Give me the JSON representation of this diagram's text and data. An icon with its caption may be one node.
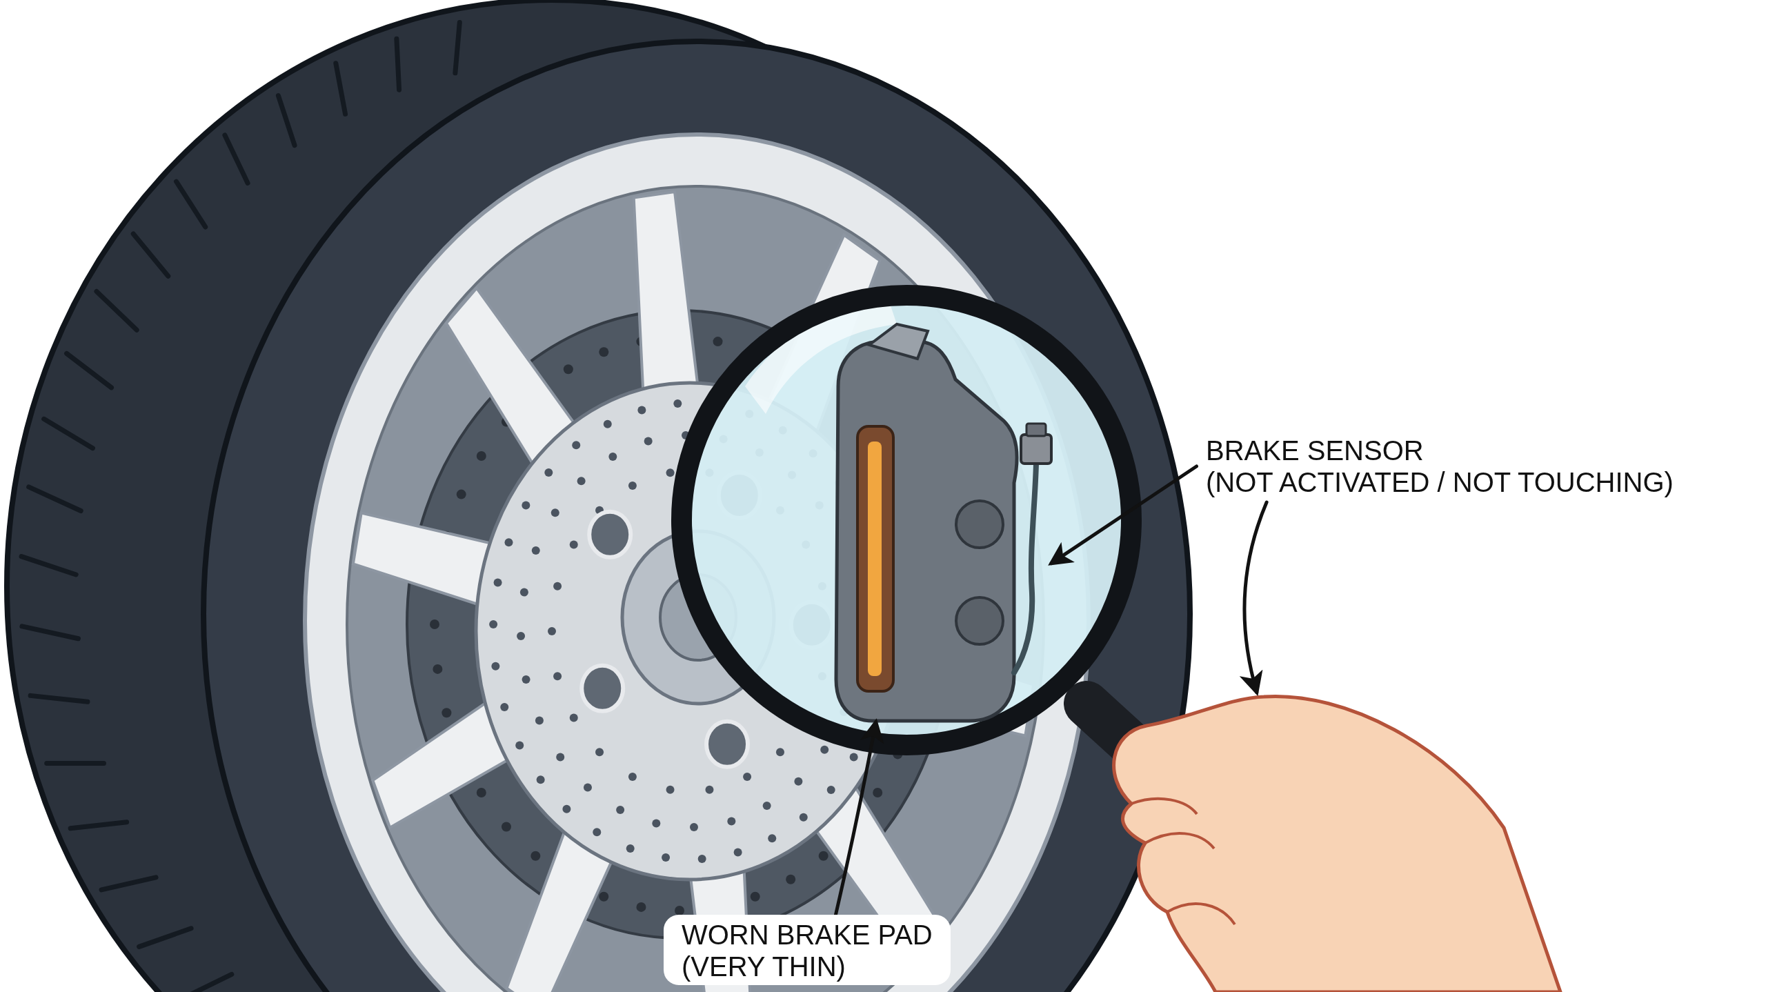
{
  "diagram": {
    "nodes": [
      {
        "text": [
          "BRAKE SENSOR",
          "(NOT ACTIVATED / NOT TOUCHING)"
        ]
      },
      {
        "text": [],
        "shape": "picture"
      },
      {
        "text": [
          "WORN BRAKE PAD",
          "(VERY THIN)"
        ]
      },
      {
        "text": [],
        "shape": "picture"
      },
      {
        "text": [],
        "shape": "picture"
      }
    ],
    "edges": [
      {
        "from": 0,
        "to": 1,
        "arrow": "to"
      },
      {
        "from": 0,
        "to": 4,
        "arrow": "to"
      },
      {
        "from": 2,
        "to": 3,
        "arrow": "to"
      }
    ]
  }
}
